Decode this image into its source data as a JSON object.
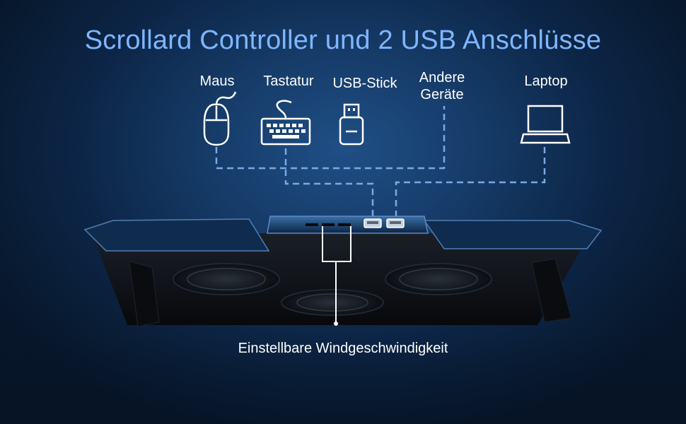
{
  "title": "Scrollard Controller und 2 USB Anschlüsse",
  "devices": {
    "mouse": {
      "label": "Maus",
      "icon": "mouse-icon"
    },
    "keyboard": {
      "label": "Tastatur",
      "icon": "keyboard-icon"
    },
    "usb_stick": {
      "label": "USB-Stick",
      "icon": "usb-stick-icon"
    },
    "other": {
      "label_line1": "Andere",
      "label_line2": "Geräte"
    },
    "laptop": {
      "label": "Laptop",
      "icon": "laptop-icon"
    }
  },
  "bottom_label": "Einstellbare Windgeschwindigkeit",
  "colors": {
    "title": "#7fb6ff",
    "lines": "#7aa9e6",
    "text": "#ffffff"
  }
}
